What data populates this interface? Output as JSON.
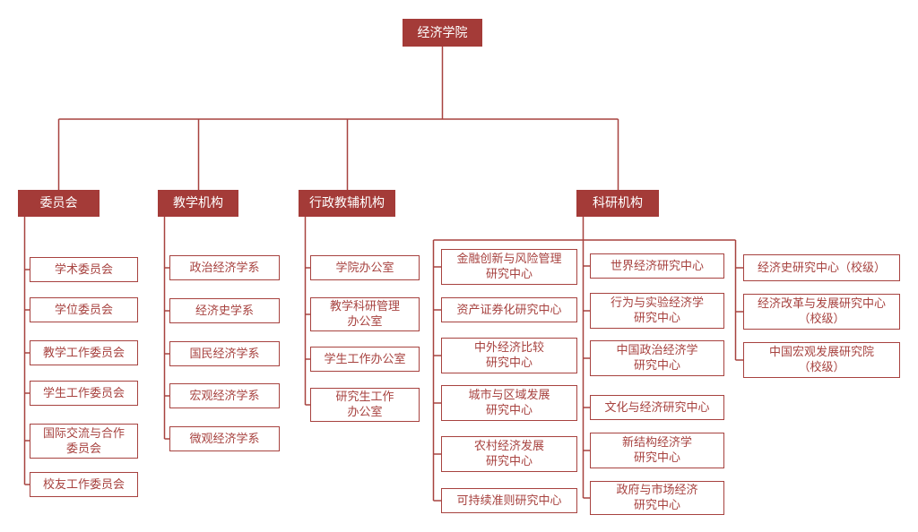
{
  "colors": {
    "node_fill": "#A43B38",
    "line_and_border": "#A7423F",
    "text_on_fill": "#FFFFFF",
    "background": "#FFFFFF"
  },
  "root": {
    "label": "经济学院"
  },
  "groups": [
    {
      "label": "委员会",
      "children": [
        "学术委员会",
        "学位委员会",
        "教学工作委员会",
        "学生工作委员会",
        "国际交流与合作\n委员会",
        "校友工作委员会"
      ]
    },
    {
      "label": "教学机构",
      "children": [
        "政治经济学系",
        "经济史学系",
        "国民经济学系",
        "宏观经济学系",
        "微观经济学系"
      ]
    },
    {
      "label": "行政教辅机构",
      "children": [
        "学院办公室",
        "教学科研管理\n办公室",
        "学生工作办公室",
        "研究生工作\n办公室"
      ]
    },
    {
      "label": "科研机构",
      "columns": [
        [
          "金融创新与风险管理\n研究中心",
          "资产证券化研究中心",
          "中外经济比较\n研究中心",
          "城市与区域发展\n研究中心",
          "农村经济发展\n研究中心",
          "可持续准则研究中心"
        ],
        [
          "世界经济研究中心",
          "行为与实验经济学\n研究中心",
          "中国政治经济学\n研究中心",
          "文化与经济研究中心",
          "新结构经济学\n研究中心",
          "政府与市场经济\n研究中心"
        ],
        [
          "经济史研究中心（校级）",
          "经济改革与发展研究中心\n（校级）",
          "中国宏观发展研究院\n（校级）"
        ]
      ]
    }
  ]
}
